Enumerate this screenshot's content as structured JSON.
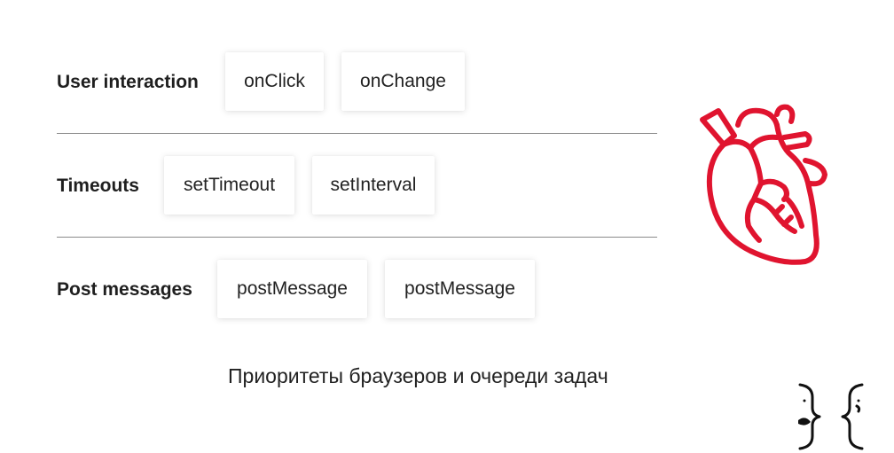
{
  "rows": [
    {
      "label": "User interaction",
      "chips": [
        "onClick",
        "onChange"
      ]
    },
    {
      "label": "Timeouts",
      "chips": [
        "setTimeout",
        "setInterval"
      ]
    },
    {
      "label": "Post messages",
      "chips": [
        "postMessage",
        "postMessage"
      ]
    }
  ],
  "subtitle": "Приоритеты браузеров и очереди задач",
  "icons": {
    "heart": "anatomical-heart-icon",
    "logo": "curly-braces-faces-logo"
  },
  "colors": {
    "accent": "#e0142f",
    "text": "#1f1f1f",
    "divider": "#8a8a8a"
  }
}
